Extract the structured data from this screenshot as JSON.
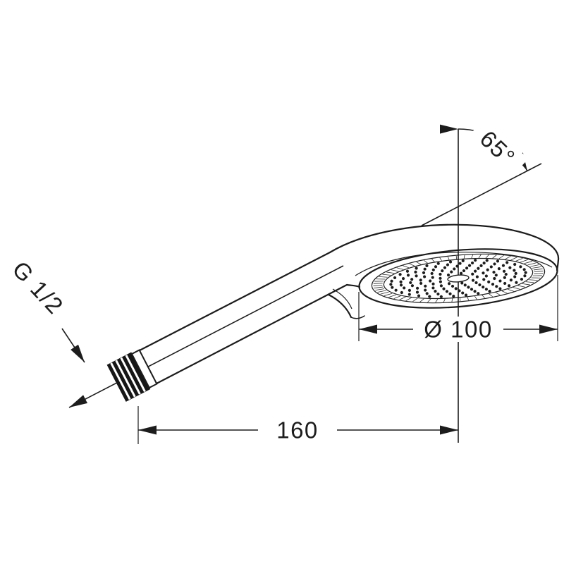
{
  "drawing": {
    "labels": {
      "angle": "65°",
      "diameter": "Ø 100",
      "length": "160",
      "thread_size": "G 1/2"
    },
    "colors": {
      "line": "#1c1c1c",
      "background": "#ffffff"
    }
  }
}
